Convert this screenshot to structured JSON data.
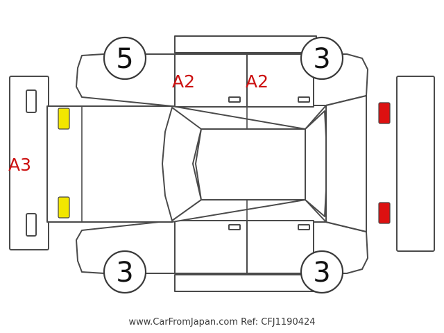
{
  "wheels": {
    "front_left": "5",
    "front_right": "3",
    "rear_left": "3",
    "rear_right": "3"
  },
  "damage_codes": {
    "door_upper_left": "A2",
    "door_upper_right": "A2",
    "left_bumper": "A3"
  },
  "colors": {
    "damage_text": "#cc1111",
    "front_lamps": "#f2e600",
    "rear_lamps": "#dd1111",
    "outline": "#4a4a4a"
  },
  "watermark": "www.CarFromJapan.com Ref: CFJ1190424"
}
